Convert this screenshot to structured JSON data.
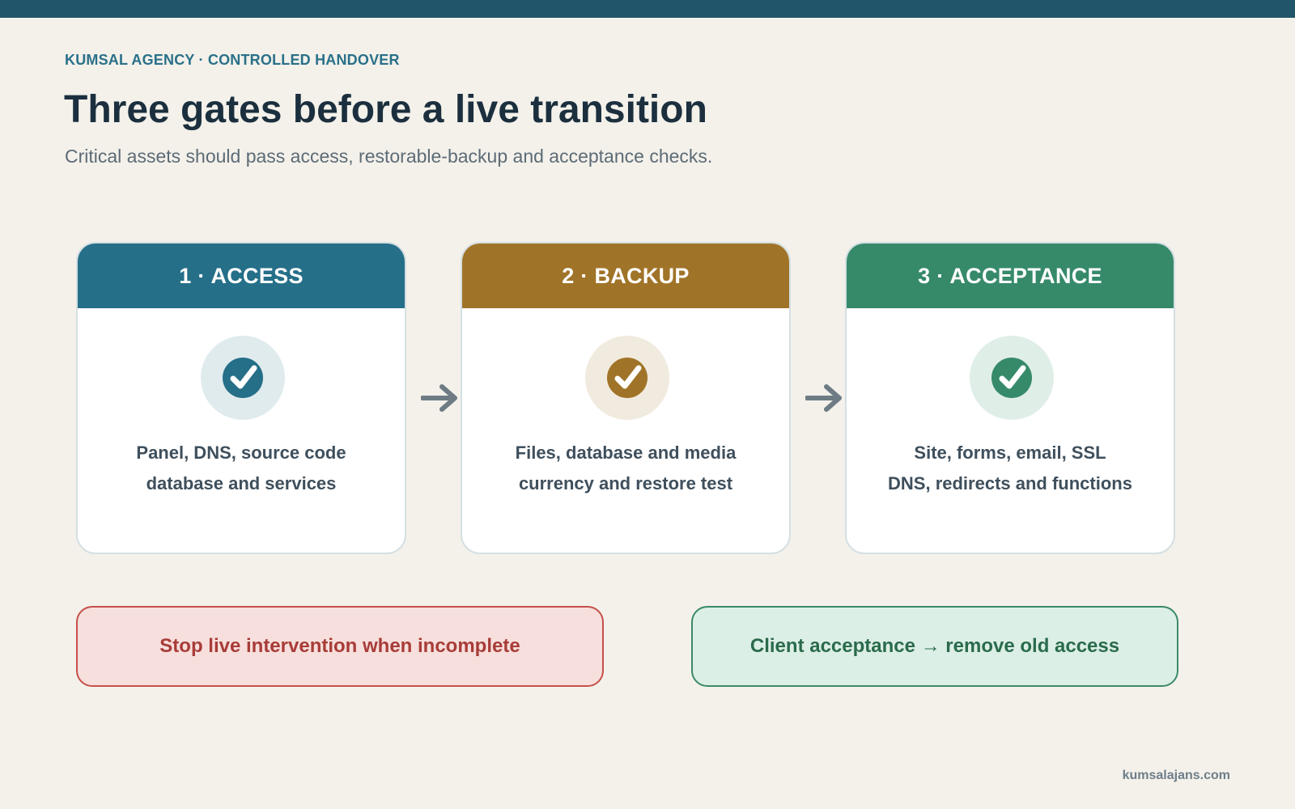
{
  "header": {
    "eyebrow": "KUMSAL AGENCY · CONTROLLED HANDOVER",
    "title": "Three gates before a live transition",
    "subtitle": "Critical assets should pass access, restorable-backup and acceptance checks."
  },
  "gates": [
    {
      "label": "1 · ACCESS",
      "icon": "check-circle-icon",
      "color": "#256f88",
      "tint": "#e0ebee",
      "lines": [
        "Panel, DNS, source code",
        "database and services"
      ]
    },
    {
      "label": "2 · BACKUP",
      "icon": "check-circle-icon",
      "color": "#a07428",
      "tint": "#f1eade",
      "lines": [
        "Files, database and media",
        "currency and restore test"
      ]
    },
    {
      "label": "3 · ACCEPTANCE",
      "icon": "check-circle-icon",
      "color": "#368a6a",
      "tint": "#e0eee8",
      "lines": [
        "Site, forms, email, SSL",
        "DNS, redirects and functions"
      ]
    }
  ],
  "callouts": {
    "stop": "Stop live intervention when incomplete",
    "accept": "Client acceptance → remove old access"
  },
  "footer": {
    "site": "kumsalajans.com"
  }
}
